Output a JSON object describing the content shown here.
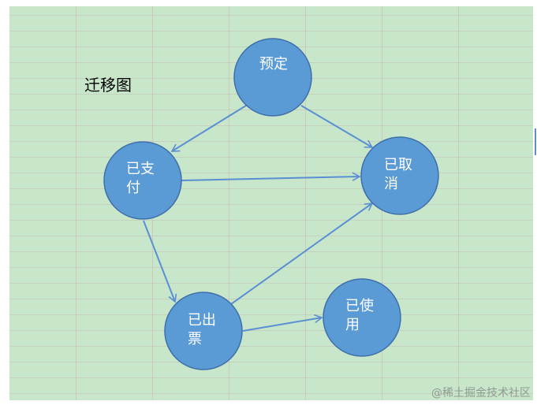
{
  "diagram": {
    "title": "迁移图",
    "nodes": [
      {
        "id": "reserve",
        "label": "预定"
      },
      {
        "id": "paid",
        "label": "已支付"
      },
      {
        "id": "cancelled",
        "label": "已取消"
      },
      {
        "id": "ticketed",
        "label": "已出票"
      },
      {
        "id": "used",
        "label": "已使用"
      }
    ],
    "edges": [
      {
        "from": "reserve",
        "to": "paid"
      },
      {
        "from": "reserve",
        "to": "cancelled"
      },
      {
        "from": "paid",
        "to": "cancelled"
      },
      {
        "from": "paid",
        "to": "ticketed"
      },
      {
        "from": "ticketed",
        "to": "cancelled"
      },
      {
        "from": "ticketed",
        "to": "used"
      }
    ]
  },
  "watermark": "@稀土掘金技术社区",
  "colors": {
    "node_fill": "#5b9bd5",
    "node_stroke": "#3f6fab",
    "arrow": "#5b8fd4",
    "background": "#c8e6c9"
  }
}
